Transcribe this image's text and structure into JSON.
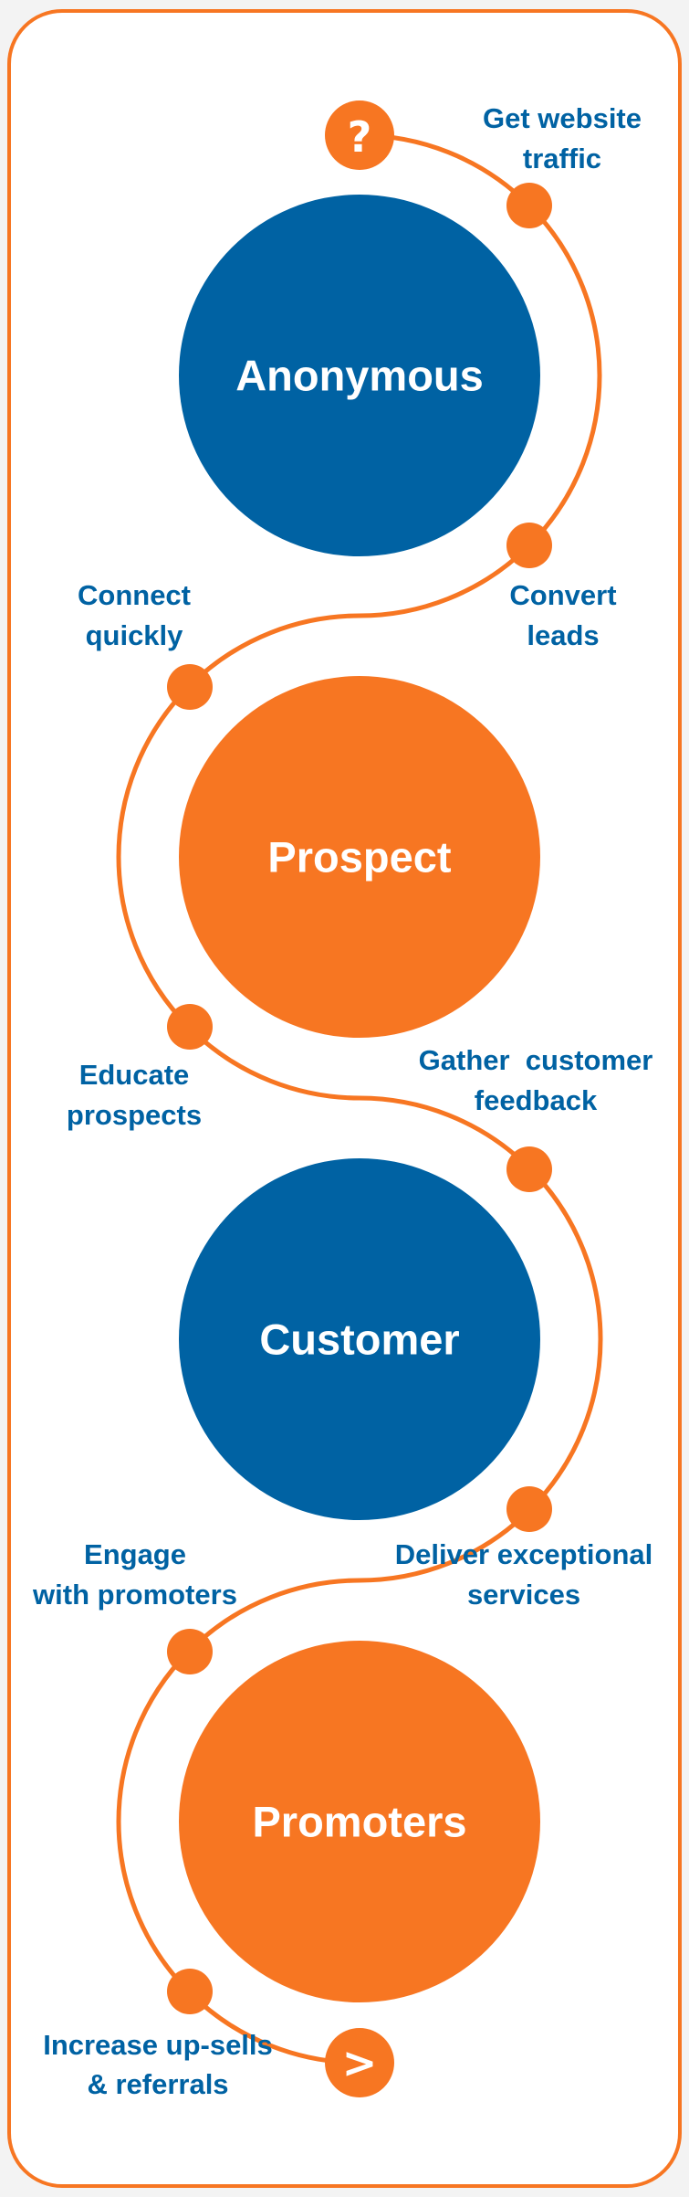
{
  "colors": {
    "orange": "#F77622",
    "blue": "#0062A3",
    "label": "#0062A3"
  },
  "start_icon": {
    "name": "question-icon",
    "glyph": "?"
  },
  "end_icon": {
    "name": "arrow-right-icon",
    "glyph": ">"
  },
  "stages": [
    {
      "label": "Anonymous",
      "color": "#0062A3"
    },
    {
      "label": "Prospect",
      "color": "#F77622"
    },
    {
      "label": "Customer",
      "color": "#0062A3"
    },
    {
      "label": "Promoters",
      "color": "#F77622"
    }
  ],
  "steps": [
    {
      "line1": "Get website",
      "line2": "traffic"
    },
    {
      "line1": "Convert",
      "line2": "leads"
    },
    {
      "line1": "Connect",
      "line2": "quickly"
    },
    {
      "line1": "Educate",
      "line2": "prospects"
    },
    {
      "line1": "Gather  customer",
      "line2": "feedback"
    },
    {
      "line1": "Deliver exceptional",
      "line2": "services"
    },
    {
      "line1": "Engage",
      "line2": "with promoters"
    },
    {
      "line1": "Increase up-sells",
      "line2": "& referrals"
    }
  ]
}
